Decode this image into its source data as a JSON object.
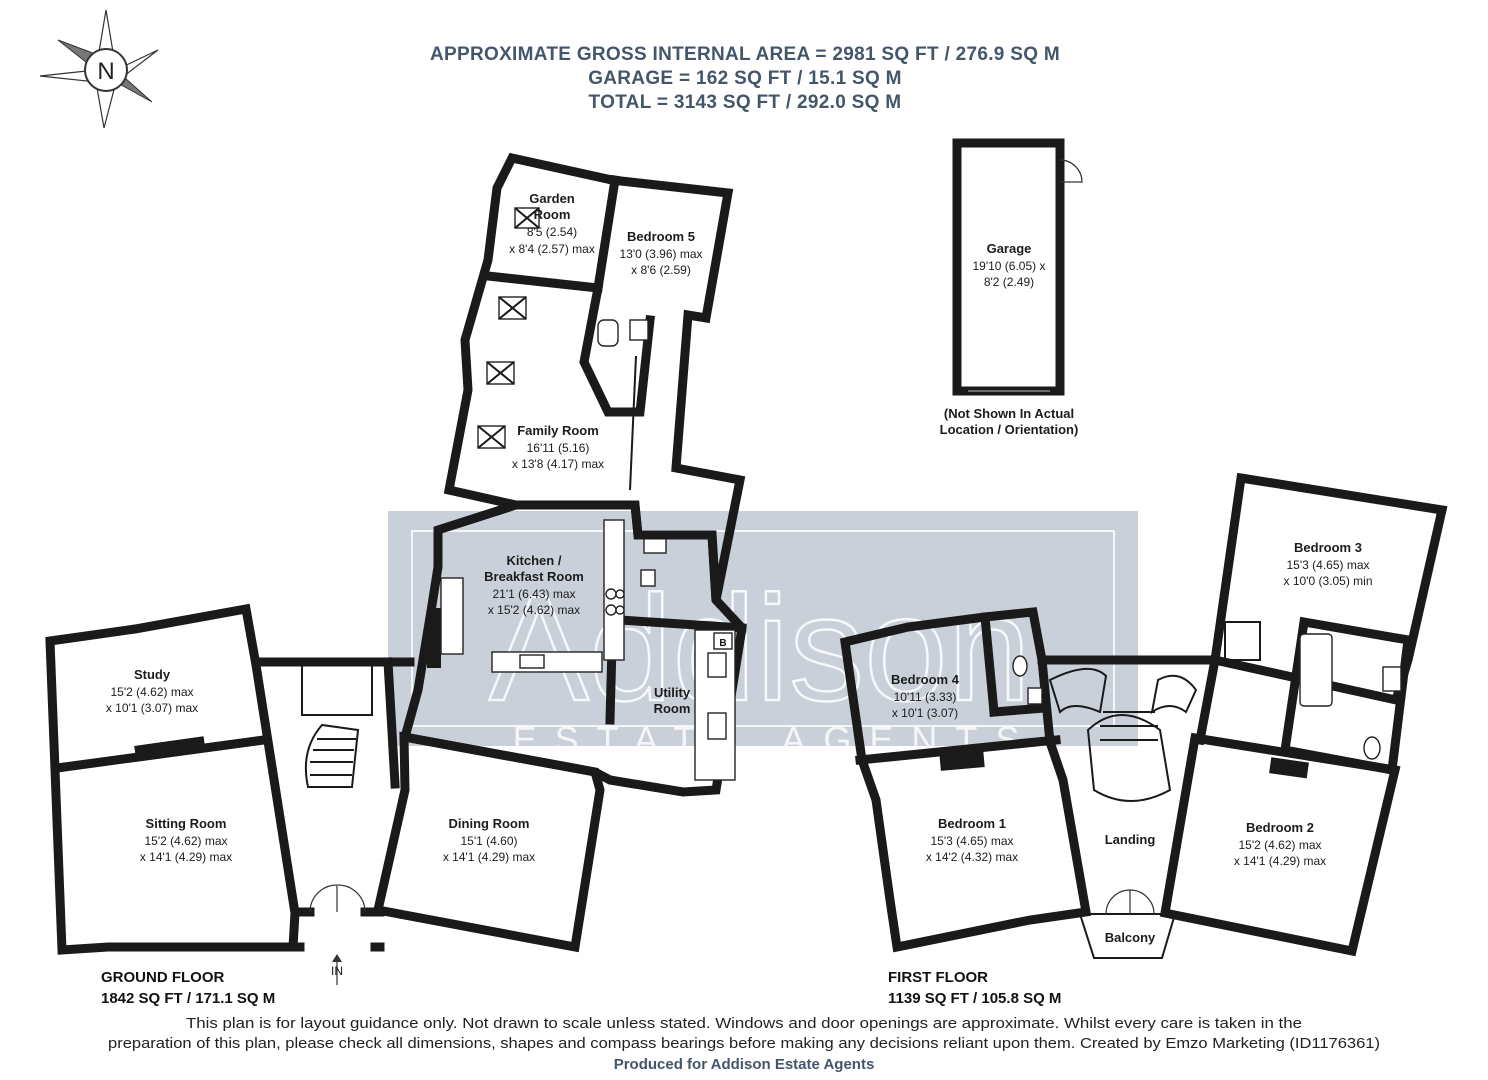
{
  "header": {
    "area_line_1": "APPROXIMATE GROSS INTERNAL AREA = 2981 SQ FT / 276.9 SQ M",
    "area_line_2": "GARAGE = 162 SQ FT / 15.1 SQ M",
    "area_line_3": "TOTAL = 3143 SQ FT / 292.0 SQ M"
  },
  "compass": {
    "letter": "N",
    "icon": "compass-north-icon"
  },
  "watermark": {
    "brand": "Addison",
    "tagline": "ESTATE AGENTS"
  },
  "ground_floor": {
    "label": "GROUND FLOOR",
    "area": "1842 SQ FT / 171.1 SQ M",
    "entrance": "IN",
    "rooms": {
      "garden_room": {
        "name1": "Garden",
        "name2": "Room",
        "dim1": "8'5 (2.54)",
        "dim2": "x 8'4 (2.57) max"
      },
      "bedroom5": {
        "name": "Bedroom 5",
        "dim1": "13'0 (3.96) max",
        "dim2": "x 8'6 (2.59)"
      },
      "family_room": {
        "name": "Family Room",
        "dim1": "16'11 (5.16)",
        "dim2": "x 13'8 (4.17) max"
      },
      "kitchen": {
        "name1": "Kitchen /",
        "name2": "Breakfast Room",
        "dim1": "21'1 (6.43) max",
        "dim2": "x 15'2 (4.62) max"
      },
      "utility": {
        "name1": "Utility",
        "name2": "Room"
      },
      "study": {
        "name": "Study",
        "dim1": "15'2 (4.62) max",
        "dim2": "x 10'1 (3.07) max"
      },
      "sitting": {
        "name": "Sitting Room",
        "dim1": "15'2 (4.62) max",
        "dim2": "x 14'1 (4.29) max"
      },
      "dining": {
        "name": "Dining Room",
        "dim1": "15'1 (4.60)",
        "dim2": "x 14'1 (4.29) max"
      }
    },
    "boiler_label": "B"
  },
  "garage": {
    "name": "Garage",
    "dim1": "19'10 (6.05) x",
    "dim2": "8'2 (2.49)",
    "note1": "(Not Shown In Actual",
    "note2": "Location / Orientation)"
  },
  "first_floor": {
    "label": "FIRST FLOOR",
    "area": "1139 SQ FT / 105.8 SQ M",
    "rooms": {
      "bedroom4": {
        "name": "Bedroom 4",
        "dim1": "10'11 (3.33)",
        "dim2": "x 10'1 (3.07)"
      },
      "bedroom1": {
        "name": "Bedroom 1",
        "dim1": "15'3 (4.65) max",
        "dim2": "x 14'2 (4.32) max"
      },
      "landing": {
        "name": "Landing"
      },
      "balcony": {
        "name": "Balcony"
      },
      "bedroom3": {
        "name": "Bedroom 3",
        "dim1": "15'3 (4.65) max",
        "dim2": "x 10'0 (3.05) min"
      },
      "bedroom2": {
        "name": "Bedroom 2",
        "dim1": "15'2 (4.62) max",
        "dim2": "x 14'1 (4.29) max"
      }
    }
  },
  "footer": {
    "line1": "This plan is for layout guidance only. Not drawn to scale unless stated. Windows and door openings are approximate. Whilst every care is taken in the",
    "line2": "preparation of this plan, please check all dimensions, shapes and compass bearings before making any decisions reliant upon them. Created by Emzo Marketing (ID1176361)",
    "credit": "Produced for Addison Estate Agents"
  },
  "colors": {
    "heading": "#44566b",
    "wall": "#1a1a1a",
    "watermark_bg": "#c9d0d9"
  }
}
